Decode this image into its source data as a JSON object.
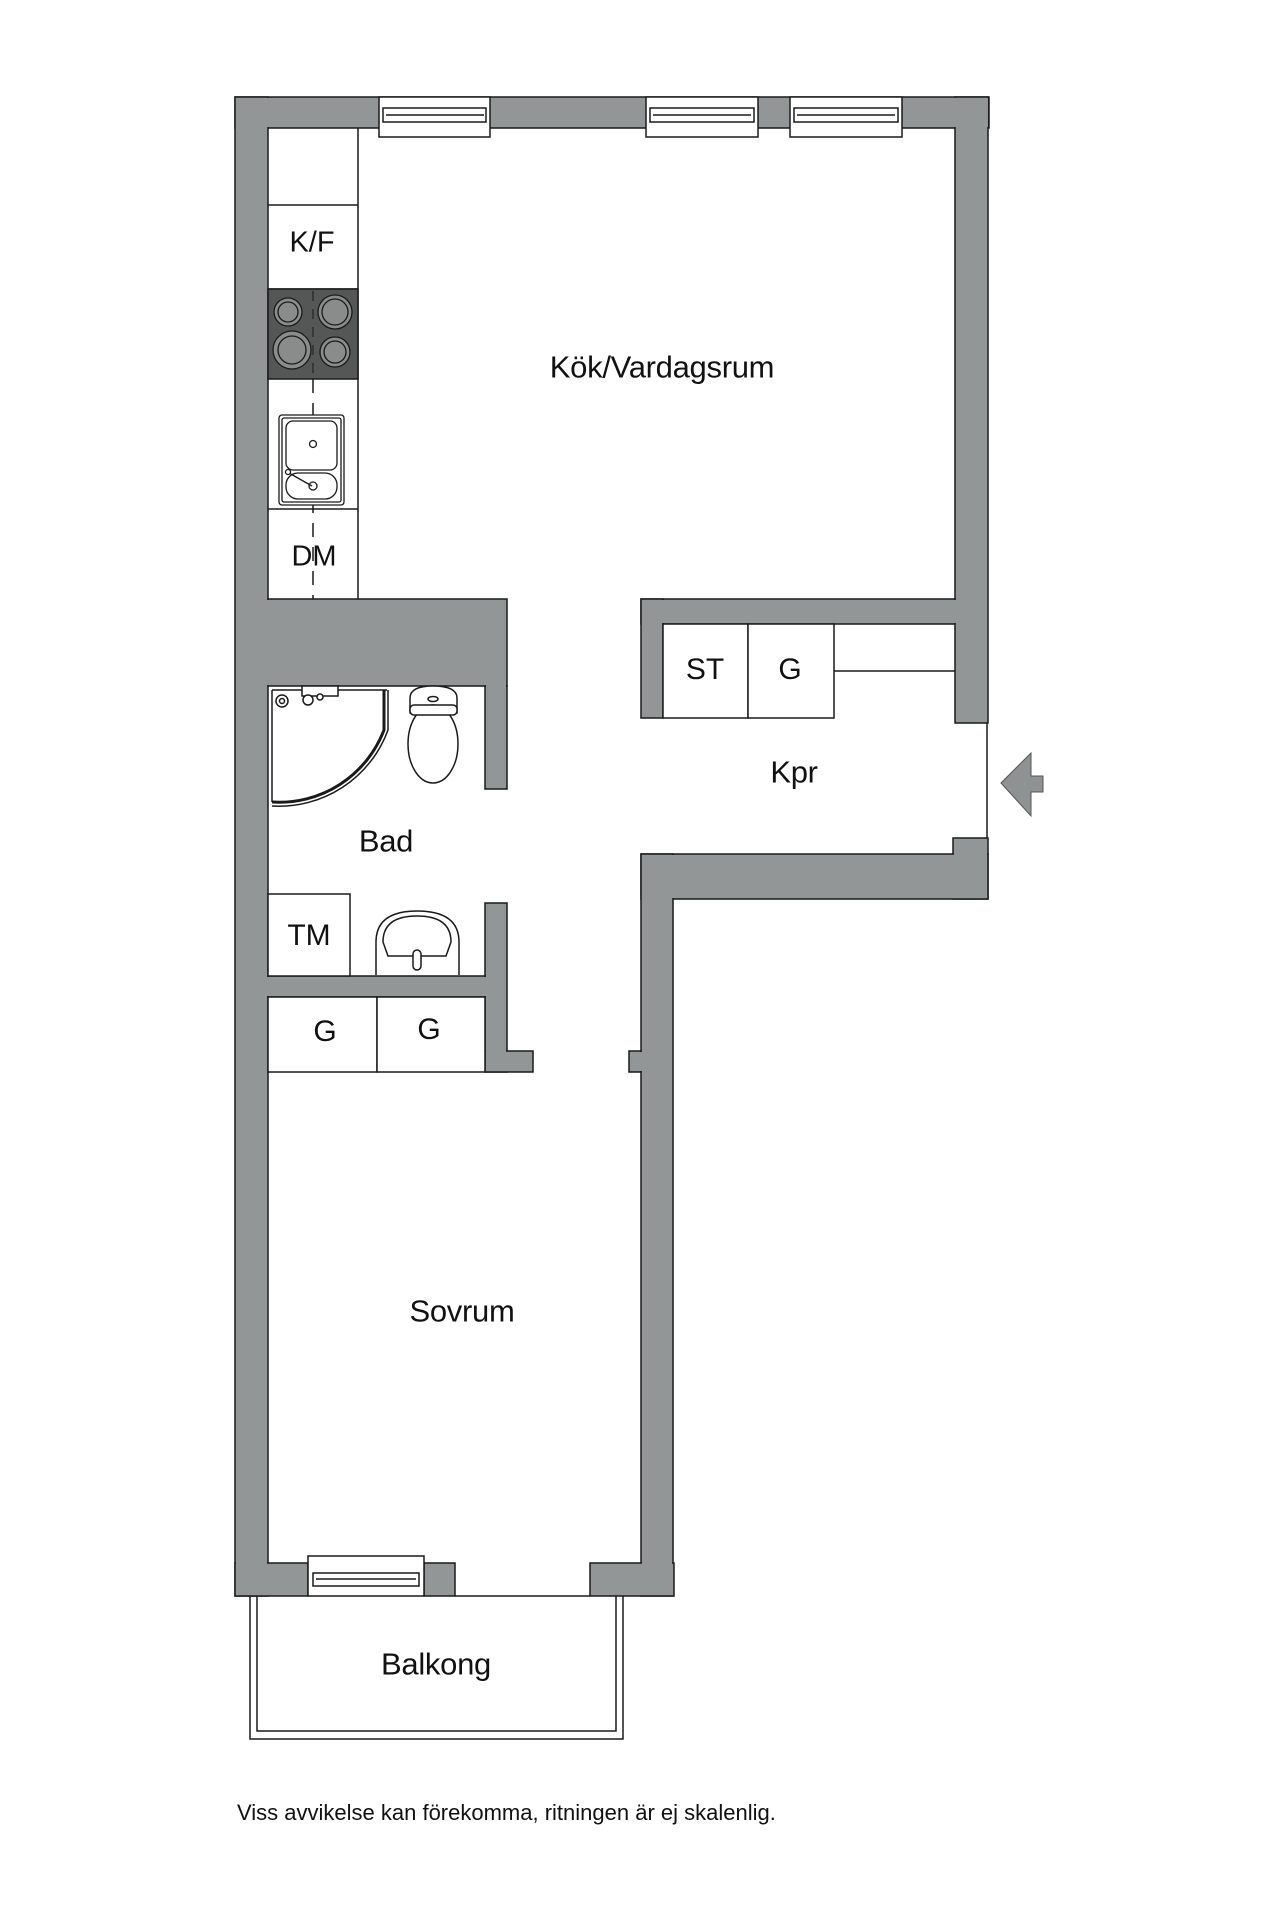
{
  "plan": {
    "wall_color": "#939696",
    "stove_color": "#555757",
    "burner_color": "#8a8c8c",
    "line_color": "#1a1a1a",
    "entrance_arrow_color": "#8f9292"
  },
  "rooms": {
    "kitchen_living": "Kök/Vardagsrum",
    "hall": "Kpr",
    "bath": "Bad",
    "bedroom": "Sovrum",
    "balcony": "Balkong"
  },
  "fixtures": {
    "fridge_freezer": "K/F",
    "dishwasher": "DM",
    "storage": "ST",
    "wardrobe_hall": "G",
    "washing_machine": "TM",
    "wardrobe_1": "G",
    "wardrobe_2": "G"
  },
  "icons": {
    "entrance": "arrow-left-icon",
    "stove": "stove-icon",
    "sink": "kitchen-sink-icon",
    "shower": "shower-icon",
    "toilet": "toilet-icon",
    "washbasin": "washbasin-icon"
  },
  "footer": {
    "disclaimer": "Viss avvikelse kan förekomma, ritningen är ej skalenlig."
  }
}
